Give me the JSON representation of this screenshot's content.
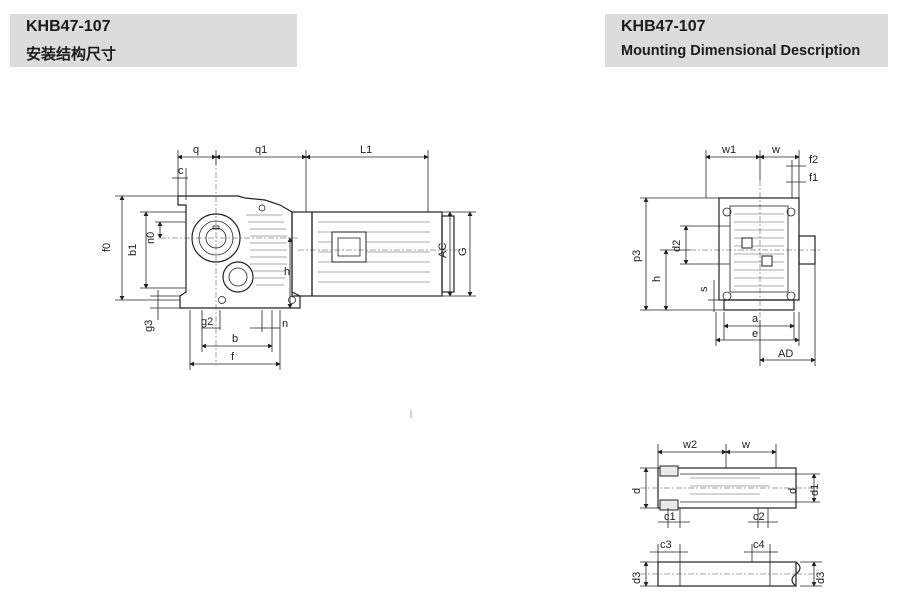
{
  "header_left": {
    "model": "KHB47-107",
    "subtitle": "安装结构尺寸"
  },
  "header_right": {
    "model": "KHB47-107",
    "subtitle": "Mounting Dimensional Description"
  },
  "front_view_labels": {
    "q": "q",
    "q1": "q1",
    "L1": "L1",
    "c": "c",
    "f0": "f0",
    "b1": "b1",
    "n0": "n0",
    "h": "h",
    "AC": "AC",
    "G": "G",
    "g3": "g3",
    "g2": "g2",
    "n": "n",
    "b": "b",
    "f": "f"
  },
  "side_view_labels": {
    "w1": "w1",
    "w": "w",
    "f2": "f2",
    "f1": "f1",
    "p3": "p3",
    "d2": "d2",
    "h": "h",
    "s": "s",
    "a": "a",
    "e": "e",
    "AD": "AD"
  },
  "shaft_view_labels": {
    "w2": "w2",
    "w": "w",
    "d": "d",
    "d1": "d1",
    "c1": "c1",
    "c2": "c2",
    "c3": "c3",
    "c4": "c4",
    "d3_left": "d3",
    "d3_right": "d3"
  }
}
